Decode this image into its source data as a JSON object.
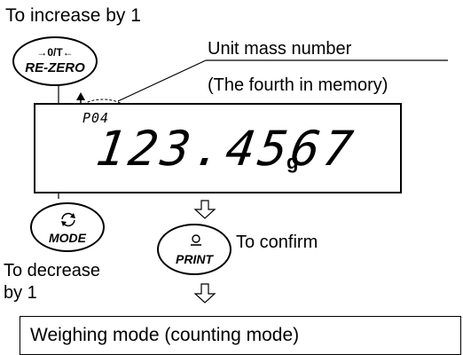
{
  "labels": {
    "increase": "To increase by 1",
    "unit_mass_number": "Unit mass number",
    "fourth_in_memory": "(The fourth in memory)",
    "to_confirm": "To confirm",
    "to_decrease_line1": "To decrease",
    "to_decrease_line2": "by 1",
    "result": "Weighing mode (counting mode)"
  },
  "buttons": {
    "rezero_top": "→0/T←",
    "rezero_label": "RE-ZERO",
    "mode_label": "MODE",
    "print_label": "PRINT"
  },
  "display": {
    "memory_code": "P04",
    "value": "123.4567",
    "unit": "g"
  }
}
